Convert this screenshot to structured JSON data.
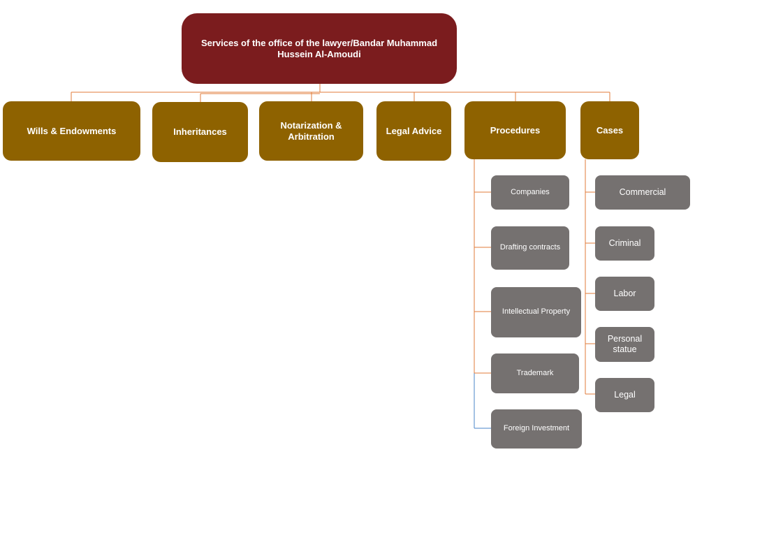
{
  "root": {
    "title": "Services of the office of the lawyer/Bandar Muhammad Hussein Al-Amoudi"
  },
  "categories": [
    {
      "label": "Wills & Endowments"
    },
    {
      "label": "Inheritances"
    },
    {
      "label": "Notarization & Arbitration"
    },
    {
      "label": "Legal Advice"
    },
    {
      "label": "Procedures"
    },
    {
      "label": "Cases"
    }
  ],
  "procedures": [
    {
      "label": "Companies"
    },
    {
      "label": "Drafting contracts"
    },
    {
      "label": "Intellectual Property"
    },
    {
      "label": "Trademark"
    },
    {
      "label": "Foreign Investment"
    }
  ],
  "cases": [
    {
      "label": "Commercial"
    },
    {
      "label": "Criminal"
    },
    {
      "label": "Labor"
    },
    {
      "label": "Personal statue"
    },
    {
      "label": "Legal"
    }
  ],
  "colors": {
    "root_fill": "#7b1c1e",
    "category_fill": "#8e6200",
    "subitem_fill": "#757170",
    "connector": "#e07b39",
    "connector_highlight": "#4a86c8",
    "text": "#ffffff"
  }
}
